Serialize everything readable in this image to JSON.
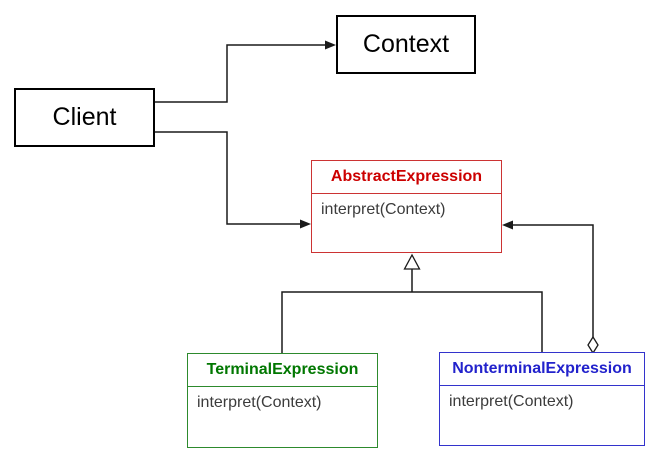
{
  "nodes": {
    "client": {
      "label": "Client"
    },
    "context": {
      "label": "Context"
    },
    "abstract_expression": {
      "title": "AbstractExpression",
      "methods": [
        "interpret(Context)"
      ],
      "accent_color": "#cc0000"
    },
    "terminal_expression": {
      "title": "TerminalExpression",
      "methods": [
        "interpret(Context)"
      ],
      "accent_color": "#007700"
    },
    "nonterminal_expression": {
      "title": "NonterminalExpression",
      "methods": [
        "interpret(Context)"
      ],
      "accent_color": "#2222cc"
    }
  },
  "edges": [
    {
      "from": "Client",
      "to": "Context",
      "type": "directed-association"
    },
    {
      "from": "Client",
      "to": "AbstractExpression",
      "type": "directed-association"
    },
    {
      "from": "TerminalExpression",
      "to": "AbstractExpression",
      "type": "generalization"
    },
    {
      "from": "NonterminalExpression",
      "to": "AbstractExpression",
      "type": "generalization"
    },
    {
      "from": "NonterminalExpression",
      "to": "AbstractExpression",
      "type": "aggregation"
    }
  ],
  "colors": {
    "background": "#ffffff",
    "line_stroke": "#1a1a1a",
    "plain_box_border": "#000000",
    "method_text": "#3c3c3c",
    "red_accent": "#cc0000",
    "green_accent": "#007700",
    "blue_accent": "#2222cc"
  }
}
